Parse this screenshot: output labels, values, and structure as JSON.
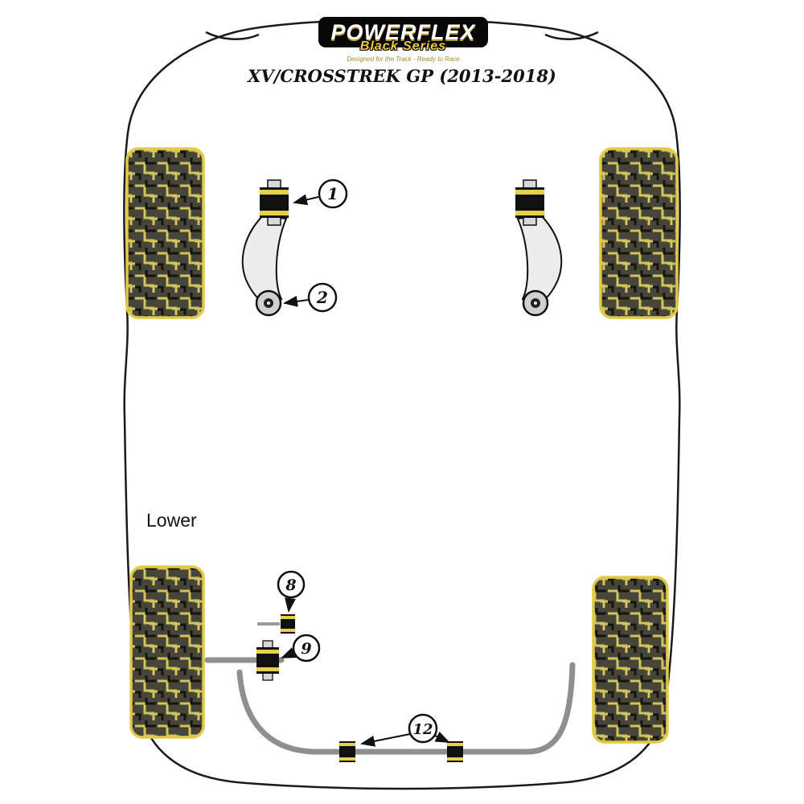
{
  "brand": {
    "name": "POWERFLEX",
    "series": "Black Series",
    "tagline": "Designed for the Track - Ready to Race"
  },
  "title": "XV/CROSSTREK GP (2013-2018)",
  "labels": {
    "lower": "Lower"
  },
  "callouts": [
    {
      "number": "1"
    },
    {
      "number": "2"
    },
    {
      "number": "8"
    },
    {
      "number": "9"
    },
    {
      "number": "12"
    }
  ],
  "colors": {
    "bush_yellow": "#e6cf4a",
    "bush_black": "#111111",
    "tyre_outline": "#e0ca46",
    "bar_grey": "#8f8f8f",
    "logo_bg": "#070707",
    "series_yellow": "#f0c93c"
  }
}
